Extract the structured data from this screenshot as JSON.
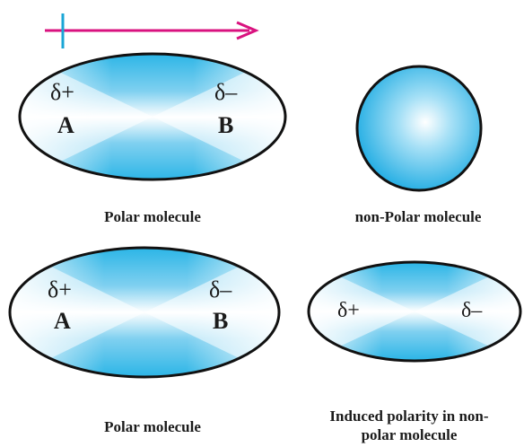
{
  "colors": {
    "arrow": "#d9127f",
    "tick": "#1aa6d6",
    "fill_light": "#ffffff",
    "fill_dark": "#28b4e6",
    "outline": "#111111",
    "text": "#1b1b1b"
  },
  "icons": {
    "dipole_arrow": "arrow-right-icon",
    "dipole_tick": "vertical-tick-icon"
  },
  "molecules": {
    "polar_top": {
      "charge_left": "δ+",
      "charge_right": "δ–",
      "atom_left": "A",
      "atom_right": "B"
    },
    "nonpolar_sphere": {},
    "polar_bottom": {
      "charge_left": "δ+",
      "charge_right": "δ–",
      "atom_left": "A",
      "atom_right": "B"
    },
    "induced": {
      "charge_left": "δ+",
      "charge_right": "δ–"
    }
  },
  "captions": {
    "polar_top": "Polar molecule",
    "nonpolar": "non-Polar molecule",
    "polar_bottom": "Polar molecule",
    "induced_line1": "Induced polarity in non-",
    "induced_line2": "polar molecule"
  }
}
